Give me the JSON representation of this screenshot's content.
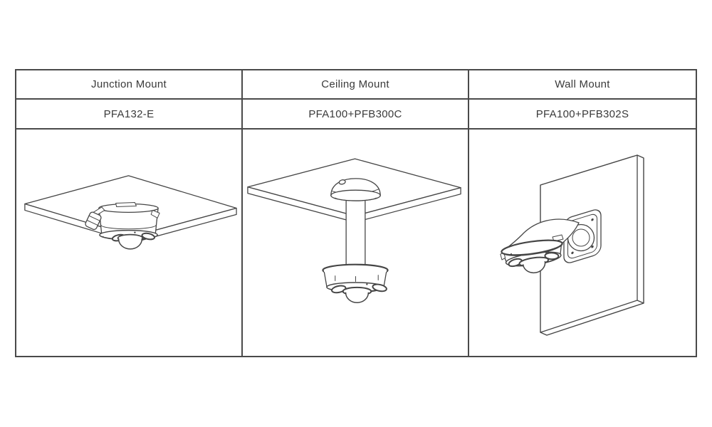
{
  "page": {
    "background_color": "#ffffff"
  },
  "table": {
    "border_color": "#4a4a4a",
    "text_color": "#3a3a3a",
    "drawing_line_color": "#454545",
    "columns": [
      {
        "mount": "Junction Mount",
        "model": "PFA132-E",
        "diagram": "dome-camera-with-junction-box-under-ceiling-panel"
      },
      {
        "mount": "Ceiling Mount",
        "model": "PFA100+PFB300C",
        "diagram": "dome-camera-on-pendant-pole-under-ceiling-panel"
      },
      {
        "mount": "Wall Mount",
        "model": "PFA100+PFB302S",
        "diagram": "dome-camera-on-wall-bracket-panel"
      }
    ]
  }
}
